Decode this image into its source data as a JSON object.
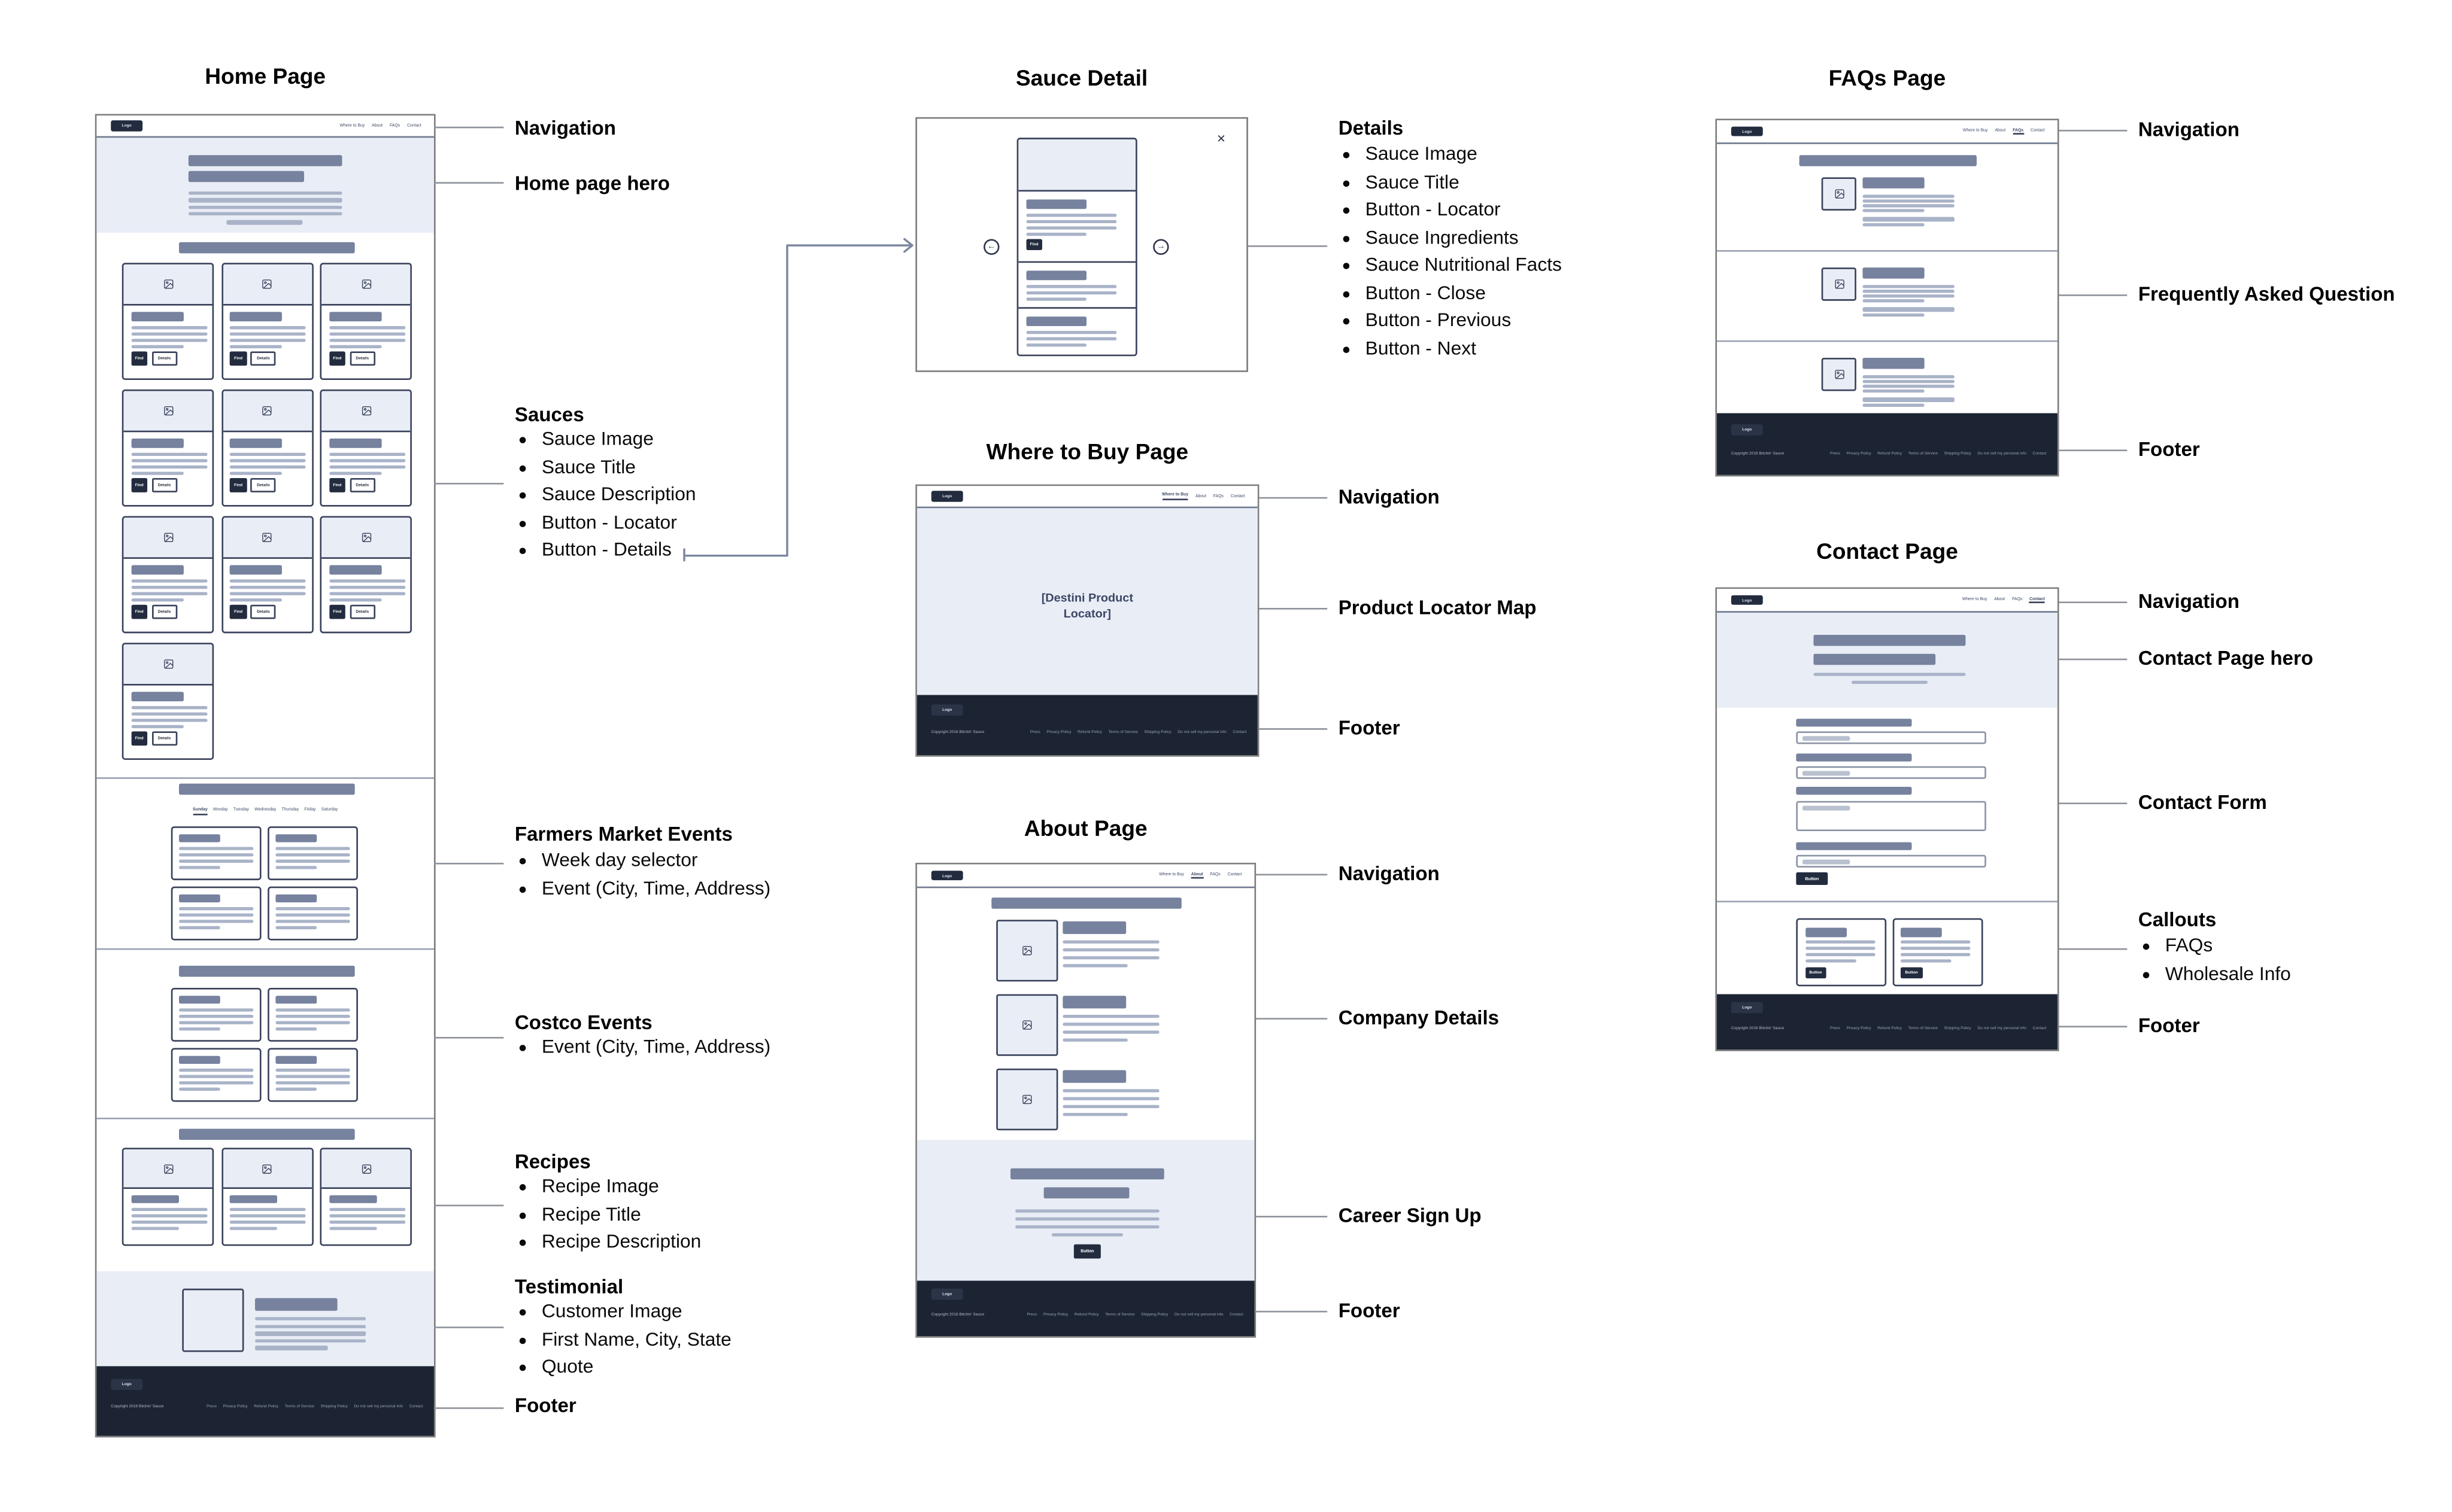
{
  "colors": {
    "dark_navy": "#232c3f",
    "footer_bg": "#1c2433",
    "bar_dark": "#76829e",
    "bar_light": "#a9b3c8",
    "section_bg": "#e9edf6",
    "card_border": "#39425a",
    "frame_border": "#7d7d7d",
    "connector": "#8f939b"
  },
  "shared": {
    "logo_label": "Logo",
    "nav_links": [
      "Where to Buy",
      "About",
      "FAQs",
      "Contact"
    ],
    "footer_copyright": "Copyright 2016 Bitchin' Sauce",
    "footer_links": [
      "Press",
      "Privacy Policy",
      "Refund Policy",
      "Terms of Service",
      "Shipping Policy",
      "Do not sell my personal info",
      "Contact"
    ],
    "find_button": "Find",
    "details_button": "Details",
    "generic_button": "Button",
    "close_icon": "✕",
    "prev_icon": "←",
    "next_icon": "→"
  },
  "home": {
    "page_title": "Home Page",
    "weekdays": [
      "Sunday",
      "Monday",
      "Tuesday",
      "Wednesday",
      "Thursday",
      "Friday",
      "Saturday"
    ],
    "sauce_card_count": 10,
    "farmers_event_count": 4,
    "costco_event_count": 4,
    "recipe_card_count": 3,
    "annotations": {
      "navigation": "Navigation",
      "hero": "Home page hero",
      "sauces": {
        "heading": "Sauces",
        "bullets": [
          "Sauce Image",
          "Sauce Title",
          "Sauce Description",
          "Button - Locator",
          "Button - Details"
        ]
      },
      "farmers": {
        "heading": "Farmers Market Events",
        "bullets": [
          "Week day selector",
          "Event (City, Time, Address)"
        ]
      },
      "costco": {
        "heading": "Costco Events",
        "bullets": [
          "Event (City, Time, Address)"
        ]
      },
      "recipes": {
        "heading": "Recipes",
        "bullets": [
          "Recipe Image",
          "Recipe Title",
          "Recipe Description"
        ]
      },
      "testimonial": {
        "heading": "Testimonial",
        "bullets": [
          "Customer Image",
          "First Name, City, State",
          "Quote"
        ]
      },
      "footer": "Footer"
    }
  },
  "sauce_detail": {
    "page_title": "Sauce Detail",
    "annotations": {
      "heading": "Details",
      "bullets": [
        "Sauce Image",
        "Sauce Title",
        "Button - Locator",
        "Sauce Ingredients",
        "Sauce Nutritional Facts",
        "Button - Close",
        "Button - Previous",
        "Button - Next"
      ]
    }
  },
  "where_to_buy": {
    "page_title": "Where to Buy Page",
    "map_placeholder": "[Destini Product\nLocator]",
    "annotations": {
      "navigation": "Navigation",
      "map": "Product Locator Map",
      "footer": "Footer"
    }
  },
  "about": {
    "page_title": "About Page",
    "company_row_count": 3,
    "annotations": {
      "navigation": "Navigation",
      "company": "Company Details",
      "career": "Career Sign Up",
      "footer": "Footer"
    }
  },
  "faqs": {
    "page_title": "FAQs Page",
    "faq_item_count": 3,
    "annotations": {
      "navigation": "Navigation",
      "faq": "Frequently Asked Question",
      "footer": "Footer"
    }
  },
  "contact": {
    "page_title": "Contact Page",
    "callout_count": 2,
    "annotations": {
      "navigation": "Navigation",
      "hero": "Contact Page hero",
      "form": "Contact Form",
      "callouts_heading": "Callouts",
      "callouts_bullets": [
        "FAQs",
        "Wholesale Info"
      ],
      "footer": "Footer"
    }
  }
}
